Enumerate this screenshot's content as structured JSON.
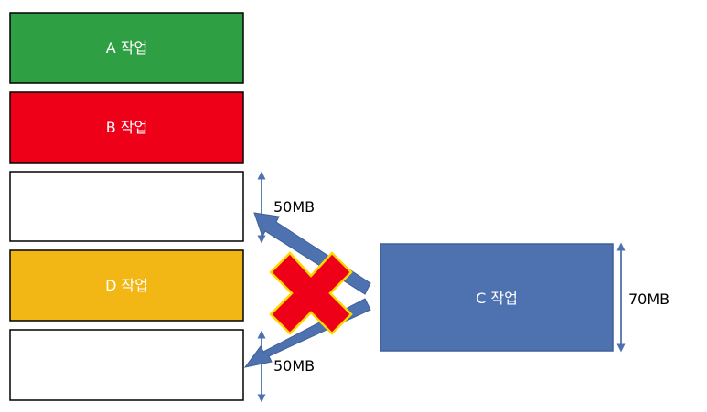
{
  "memory_blocks": [
    {
      "label": "A 작업",
      "fill": "#2ea043",
      "text_color": "#ffffff"
    },
    {
      "label": "B 작업",
      "fill": "#ee0019",
      "text_color": "#ffffff"
    },
    {
      "label": "",
      "fill": "#ffffff",
      "text_color": "#000000"
    },
    {
      "label": "D 작업",
      "fill": "#f2b714",
      "text_color": "#ffffff"
    },
    {
      "label": "",
      "fill": "#ffffff",
      "text_color": "#000000"
    }
  ],
  "incoming_job": {
    "label": "C 작업",
    "fill": "#4e72b0",
    "size": "70MB"
  },
  "free_spaces": [
    {
      "size": "50MB"
    },
    {
      "size": "50MB"
    }
  ],
  "colors": {
    "arrow": "#4e72b0",
    "cross": "#ee0019",
    "cross_outline": "#ffd700",
    "border": "#000000"
  }
}
